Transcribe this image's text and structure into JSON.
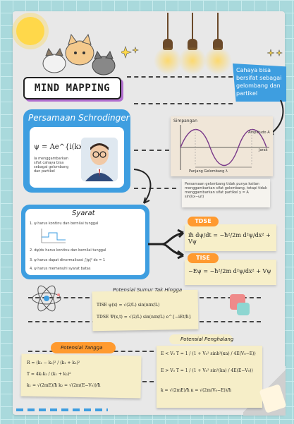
{
  "header": {
    "title": "MIND MAPPING"
  },
  "callout": {
    "text": "Cahaya bisa bersifat sebagai gelombang dan partikel"
  },
  "schrodinger": {
    "title": "Persamaan Schrodinger",
    "equation": "ψ = Ae^{i(kx−ωt)}",
    "note": "Ia menggambarkan sifat cahaya bisa sebagai gelombang dan partikel"
  },
  "wave": {
    "label_top": "Simpangan",
    "label_right": "Amplitudo A",
    "label_bottom": "Panjang Gelombang λ",
    "label_axis": "Jarak",
    "note": "Persamaan gelombang tidak punya kaitan menggambarkan sifat gelombang, tetapi tidak menggambarkan sifat partikel y = A sin(kx−ωt)"
  },
  "syarat": {
    "title": "Syarat",
    "items": [
      "1. ψ harus kontinu dan bernilai tunggal",
      "2. dψ/dx harus kontinu dan bernilai tunggal",
      "3. ψ harus dapat dinormalisasi ∫|ψ|² dx = 1",
      "4. ψ harus memenuhi syarat batas"
    ]
  },
  "tdse": {
    "label": "TDSE",
    "equation": "iħ dψ/dt = −ħ²/2m d²ψ/dx² + Vψ"
  },
  "tise": {
    "label": "TISE",
    "equation": "−Eψ = −ħ²/2m d²ψ/dx² + Vψ"
  },
  "sumur": {
    "title": "Potensial Sumur Tak Hingga",
    "line1": "TISE ψ(x) = √(2/L) sin(nπx/L)",
    "line2": "TDSE Ψ(x,t) = √(2/L) sin(nπx/L) e^{−iEt/ħ}"
  },
  "tangga": {
    "title": "Potensial Tangga",
    "line1": "R = (k₁ − k₂)² / (k₁ + k₂)²",
    "line2": "T = 4k₁k₂ / (k₁ + k₂)²",
    "line3": "k₁ = √(2mE)/ħ   k₂ = √(2m(E−V₀))/ħ"
  },
  "penghalang": {
    "title": "Potensial Penghalang",
    "row1": "E < V₀   T = 1 / (1 + V₀² sinh²(κa) / 4E(V₀−E))",
    "row2": "E > V₀   T = 1 / (1 + V₀² sin²(ka) / 4E(E−V₀))",
    "row3": "k = √(2mE)/ħ   κ = √(2m(V₀−E))/ħ"
  },
  "colors": {
    "accent_blue": "#3e9ee0",
    "accent_orange": "#ff9a2f",
    "background": "#a9d9dc"
  },
  "icons": [
    "sun-icon",
    "lamp-icon",
    "cat-icon",
    "atom-icon",
    "puzzle-icon",
    "scroll-icon",
    "sparkle-icon"
  ]
}
